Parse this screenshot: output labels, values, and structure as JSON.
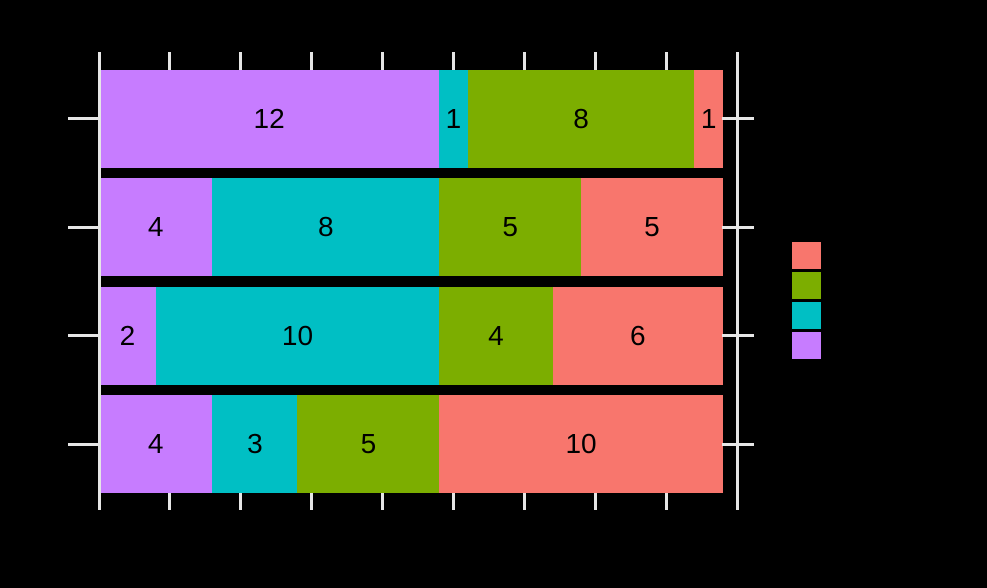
{
  "colors": {
    "background": "#000000",
    "axis": "#E6E6E6",
    "segment_label_text": "#000000"
  },
  "chart_data": {
    "type": "bar",
    "orientation": "horizontal",
    "stacked": true,
    "title": "",
    "xlabel": "",
    "ylabel": "",
    "categories": [
      "",
      "",
      "",
      ""
    ],
    "series": [
      {
        "name": "purple-series",
        "color": "#C77CFF",
        "values": [
          12,
          4,
          2,
          4
        ]
      },
      {
        "name": "teal-series",
        "color": "#00BFC4",
        "values": [
          1,
          8,
          10,
          3
        ]
      },
      {
        "name": "green-series",
        "color": "#7CAE00",
        "values": [
          8,
          5,
          4,
          5
        ]
      },
      {
        "name": "salmon-series",
        "color": "#F8766D",
        "values": [
          1,
          5,
          6,
          10
        ]
      }
    ],
    "bar_totals": [
      22,
      22,
      22,
      22
    ],
    "data_labels": true,
    "xlim": [
      0,
      22.5
    ],
    "x_tick_interval": 2.5,
    "x_tick_count": 10,
    "x_tick_labels_visible": false,
    "y_tick_count": 4,
    "y_tick_labels_visible": false,
    "tick_sides": [
      "top",
      "bottom",
      "left",
      "right"
    ],
    "grid": false,
    "legend_position": "right",
    "legend_colors_top_to_bottom": [
      "#F8766D",
      "#7CAE00",
      "#00BFC4",
      "#C77CFF"
    ],
    "legend_labels_visible": false
  }
}
